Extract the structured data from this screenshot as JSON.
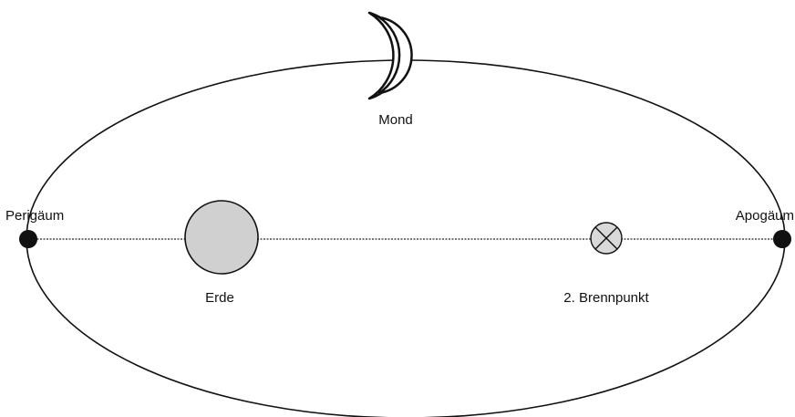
{
  "labels": {
    "moon": "Mond",
    "perigee": "Perigäum",
    "apogee": "Apogäum",
    "earth": "Erde",
    "focus2": "2. Brennpunkt"
  },
  "colors": {
    "background": "#ffffff",
    "line": "#111111",
    "earth_fill": "#d0d0d0",
    "focus_fill": "#d9d9d9",
    "axis": "#777777"
  }
}
